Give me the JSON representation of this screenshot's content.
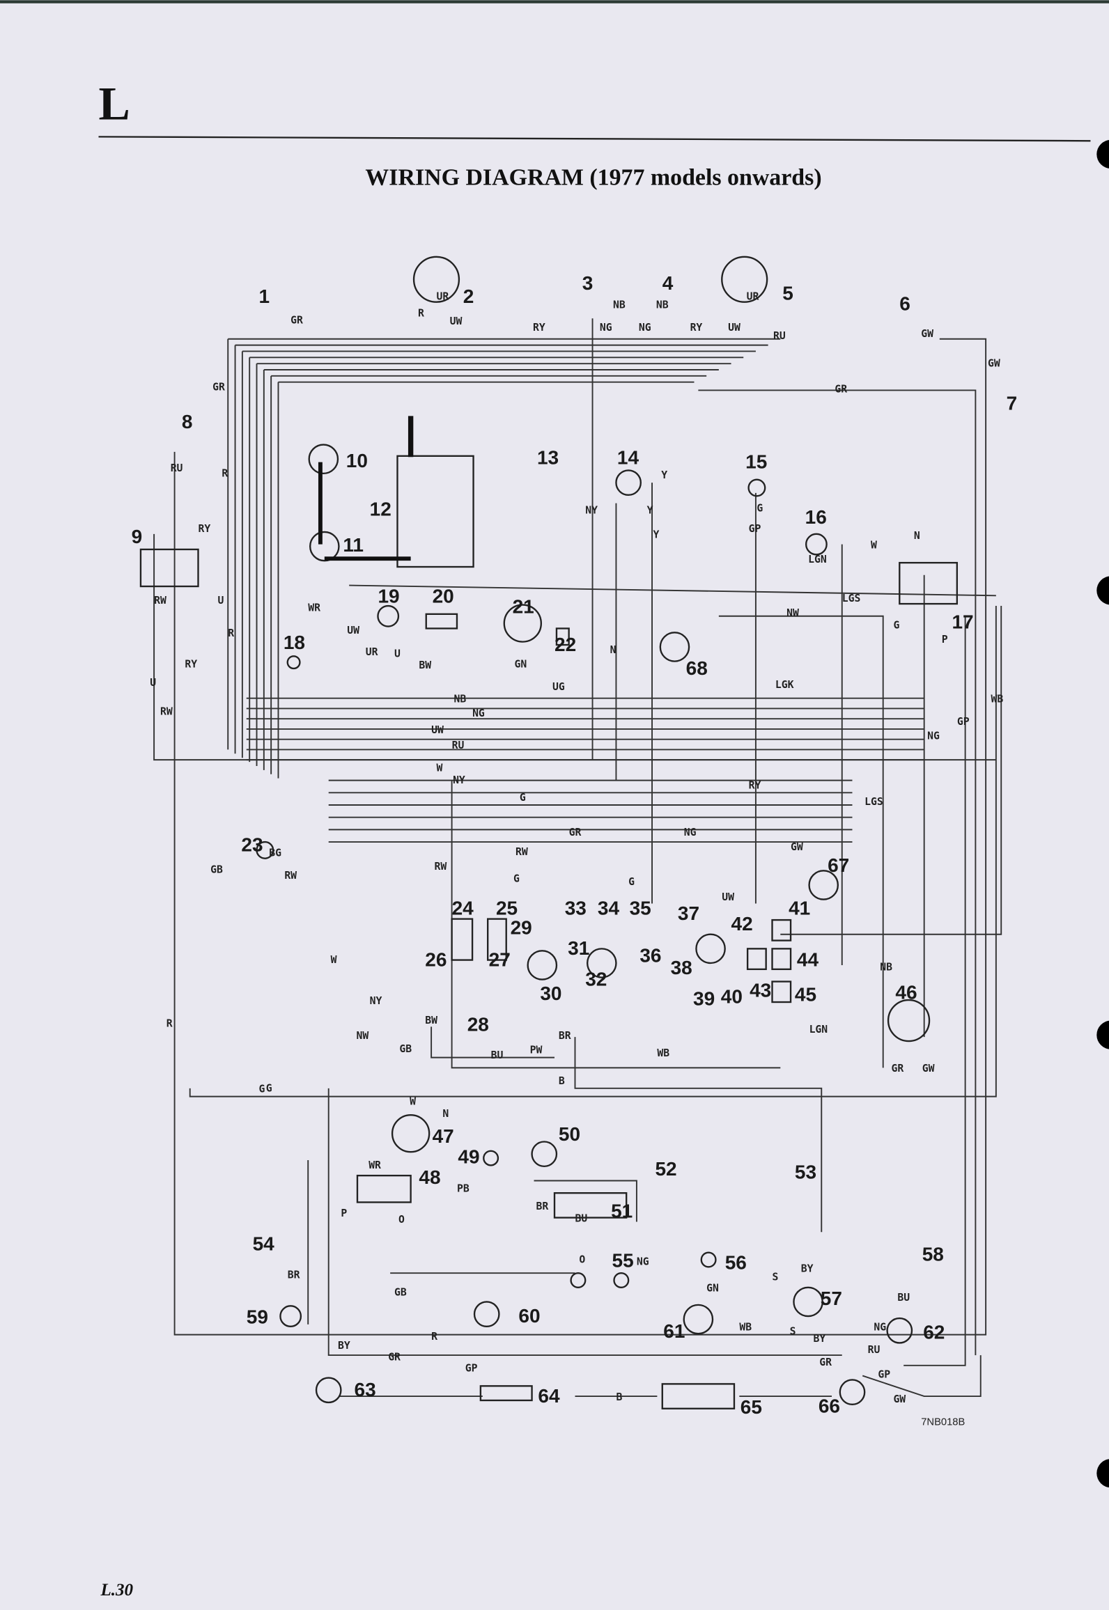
{
  "page": {
    "section_letter": "L",
    "title": "WIRING DIAGRAM (1977 models onwards)",
    "page_number": "L.30",
    "figure_code": "7NB018B"
  },
  "components": [
    "1",
    "2",
    "3",
    "4",
    "5",
    "6",
    "7",
    "8",
    "9",
    "10",
    "11",
    "12",
    "13",
    "14",
    "15",
    "16",
    "17",
    "18",
    "19",
    "20",
    "21",
    "22",
    "23",
    "24",
    "25",
    "26",
    "27",
    "28",
    "29",
    "30",
    "31",
    "32",
    "33",
    "34",
    "35",
    "36",
    "37",
    "38",
    "39",
    "40",
    "41",
    "42",
    "43",
    "44",
    "45",
    "46",
    "47",
    "48",
    "49",
    "50",
    "51",
    "52",
    "53",
    "54",
    "55",
    "56",
    "57",
    "58",
    "59",
    "60",
    "61",
    "62",
    "63",
    "64",
    "65",
    "66",
    "67",
    "68"
  ],
  "wire_labels": [
    "GR",
    "UR",
    "R",
    "UW",
    "NB",
    "NB",
    "RY",
    "NG",
    "NG",
    "RY",
    "UW",
    "UR",
    "RU",
    "GW",
    "GW",
    "GR",
    "GR",
    "RU",
    "R",
    "RY",
    "RW",
    "RY",
    "U",
    "RW",
    "R",
    "U",
    "Y",
    "Y",
    "Y",
    "NY",
    "G",
    "GP",
    "LGN",
    "W",
    "N",
    "LGS",
    "NW",
    "G",
    "P",
    "WR",
    "UW",
    "UR",
    "U",
    "BW",
    "GN",
    "UG",
    "N",
    "LGK",
    "WB",
    "GP",
    "NG",
    "NB",
    "NG",
    "UW",
    "RU",
    "W",
    "NY",
    "G",
    "RY",
    "LGS",
    "GR",
    "NG",
    "GW",
    "RW",
    "RW",
    "G",
    "G",
    "GB",
    "BG",
    "RW",
    "W",
    "NY",
    "NW",
    "BW",
    "GB",
    "PW",
    "BR",
    "B",
    "BU",
    "WB",
    "UW",
    "LGN",
    "NB",
    "GR",
    "GW",
    "G",
    "W",
    "N",
    "WR",
    "PB",
    "O",
    "BR",
    "BU",
    "P",
    "O",
    "NG",
    "BR",
    "GN",
    "BY",
    "S",
    "S",
    "BU",
    "NG",
    "GB",
    "R",
    "BY",
    "GR",
    "GP",
    "B",
    "WB",
    "BY",
    "RU",
    "GR",
    "GP",
    "GW",
    "R",
    "G"
  ],
  "colors": {
    "paper": "#e9e8f0",
    "ink": "#1a1a1a"
  }
}
